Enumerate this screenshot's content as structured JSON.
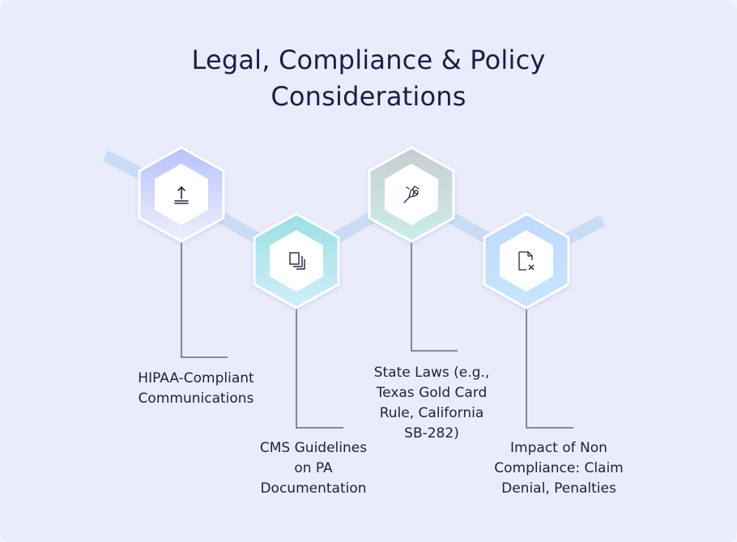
{
  "title": {
    "line1": "Legal, Compliance & Policy",
    "line2": "Considerations"
  },
  "steps": [
    {
      "icon": "upload-document-icon",
      "label_lines": [
        "HIPAA-Compliant",
        "Communications"
      ],
      "gradient": [
        "#b8c2fb",
        "#eef0fd"
      ]
    },
    {
      "icon": "copy-documents-icon",
      "label_lines": [
        "CMS Guidelines",
        "on PA",
        "Documentation"
      ],
      "gradient": [
        "#9ae0e4",
        "#d2eefa"
      ]
    },
    {
      "icon": "legal-hand-icon",
      "label_lines": [
        "State Laws (e.g.,",
        "Texas Gold Card",
        "Rule, California",
        "SB-282)"
      ],
      "gradient": [
        "#c8cdd1",
        "#cbeee8"
      ]
    },
    {
      "icon": "document-cancel-icon",
      "label_lines": [
        "Impact of Non",
        "Compliance: Claim",
        "Denial, Penalties"
      ],
      "gradient": [
        "#bfdafc",
        "#c6e6fd"
      ]
    }
  ],
  "colors": {
    "background": "#ebecfb",
    "title": "#1c1c4a",
    "connector": "#4b4e7a",
    "ribbon": "#c9dcf6",
    "icon": "#23264a"
  }
}
